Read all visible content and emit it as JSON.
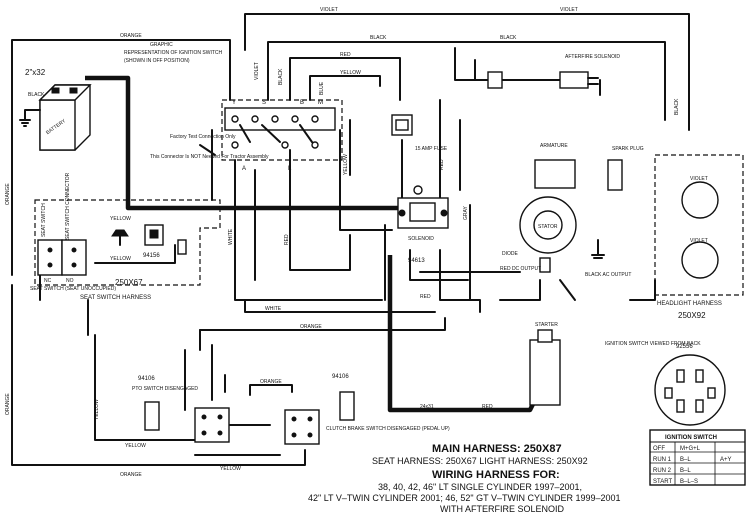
{
  "wire_colors": {
    "violet": "VIOLET",
    "orange": "ORANGE",
    "black": "BLACK",
    "red": "RED",
    "yellow": "YELLOW",
    "white": "WHITE",
    "gray": "GRAY",
    "blue": "BLUE"
  },
  "battery": {
    "size": "2\"x32",
    "label": "BATTERY"
  },
  "graphic_note": "GRAPHIC REPRESENTATION OF IGNITION SWITCH (SHOWN IN OFF POSITION)",
  "ignition_terminals": [
    "Y",
    "S",
    "B",
    "M"
  ],
  "ignition_lower_terminals": [
    "A",
    "L"
  ],
  "factory_test": {
    "title": "Factory Test Connection Only",
    "note": "This Connector Is NOT Needed For Tractor Assembly"
  },
  "seat_switch": {
    "terminals_nc": "NC",
    "terminals_no": "NO",
    "label": "SEAT SWITCH (SEAT UNOCCUPIED)",
    "col1": "SEAT SWITCH",
    "col2": "SEAT SWITCH CONNECTOR",
    "part": "94156"
  },
  "seat_harness": {
    "part": "250X67",
    "label": "SEAT SWITCH HARNESS"
  },
  "fuse": {
    "label": "15 AMP FUSE"
  },
  "solenoid": {
    "label": "SOLENOID",
    "part": "94613"
  },
  "afterfire": {
    "label": "AFTERFIRE SOLENOID"
  },
  "engine": {
    "armature": "ARMATURE",
    "spark_plug": "SPARK PLUG",
    "stator": "STATOR",
    "diode": "DIODE",
    "red_output": "RED DC OUTPUT",
    "black_output": "BLACK AC OUTPUT"
  },
  "headlight": {
    "label": "HEADLIGHT HARNESS",
    "part": "250X92"
  },
  "starter": {
    "label": "STARTER"
  },
  "cable": {
    "part": "24x31",
    "color": "RED"
  },
  "pto_switch": {
    "part": "94106",
    "label": "PTO SWITCH DISENGAGED"
  },
  "brake_switch": {
    "part": "94106",
    "label": "CLUTCH BRAKE SWITCH DISENGAGED (PEDAL UP)"
  },
  "ignition_view": {
    "part": "92556",
    "label": "IGNITION SWITCH VIEWED FROM BACK"
  },
  "titles": {
    "main": "MAIN HARNESS: 250X87",
    "seat_light": "SEAT HARNESS: 250X67  LIGHT HARNESS: 250X92",
    "wiring_for": "WIRING HARNESS FOR:",
    "line1": "38, 40, 42, 46\" LT SINGLE CYLINDER 1997–2001,",
    "line2": "42\" LT V–TWIN CYLINDER 2001;   46, 52\" GT V–TWIN CYLINDER 1999–2001",
    "line3": "WITH AFTERFIRE SOLENOID"
  },
  "ignition_table": {
    "header": "IGNITION SWITCH",
    "rows": [
      [
        "OFF",
        "M+G+L",
        ""
      ],
      [
        "RUN 1",
        "B–L",
        "A+Y"
      ],
      [
        "RUN 2",
        "B–L",
        ""
      ],
      [
        "START",
        "B–L–S",
        ""
      ]
    ]
  }
}
